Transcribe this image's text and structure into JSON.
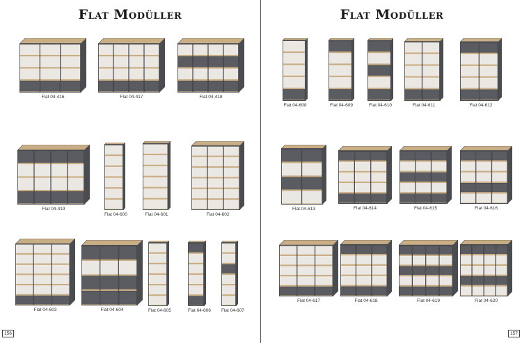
{
  "left": {
    "title": "Flat Modüller",
    "page_number": "156",
    "items": [
      {
        "code": "Flat 04-416",
        "cols": 3,
        "rows": 4,
        "closed": [
          0,
          0,
          0,
          1
        ]
      },
      {
        "code": "Flat 04-417",
        "cols": 4,
        "rows": 4,
        "closed": [
          0,
          0,
          0,
          1
        ]
      },
      {
        "code": "Flat 04-418",
        "cols": 4,
        "rows": 4,
        "closed": [
          0,
          1,
          0,
          1
        ]
      },
      {
        "code": "Flat 04-419",
        "cols": 4,
        "rows": 4,
        "closed": [
          1,
          0,
          0,
          1
        ]
      },
      {
        "code": "Flat 04-600",
        "cols": 1,
        "rows": 6,
        "closed": [
          0,
          0,
          0,
          0,
          0,
          0
        ]
      },
      {
        "code": "Flat 04-601",
        "cols": 1,
        "rows": 6,
        "closed": [
          0,
          0,
          0,
          0,
          0,
          0
        ]
      },
      {
        "code": "Flat 04-602",
        "cols": 3,
        "rows": 6,
        "closed": [
          0,
          0,
          0,
          0,
          0,
          0
        ]
      },
      {
        "code": "Flat 04-603",
        "cols": 3,
        "rows": 6,
        "closed": [
          0,
          0,
          0,
          0,
          0,
          1
        ]
      },
      {
        "code": "Flat 04-604",
        "cols": 3,
        "rows": 4,
        "closed": [
          1,
          0,
          1,
          1
        ]
      },
      {
        "code": "Flat 04-605",
        "cols": 1,
        "rows": 6,
        "closed": [
          0,
          0,
          0,
          0,
          0,
          0
        ]
      },
      {
        "code": "Flat 04-606",
        "cols": 1,
        "rows": 6,
        "closed": [
          1,
          0,
          0,
          0,
          0,
          1
        ]
      },
      {
        "code": "Flat 04-607",
        "cols": 1,
        "rows": 6,
        "closed": [
          0,
          0,
          1,
          0,
          0,
          0
        ]
      }
    ]
  },
  "right": {
    "title": "Flat Modüller",
    "page_number": "157",
    "items": [
      {
        "code": "Flat 04-608",
        "cols": 1,
        "rows": 5,
        "closed": [
          0,
          0,
          0,
          0,
          1
        ]
      },
      {
        "code": "Flat 04-609",
        "cols": 1,
        "rows": 5,
        "closed": [
          1,
          0,
          0,
          0,
          1
        ]
      },
      {
        "code": "Flat 04-610",
        "cols": 1,
        "rows": 5,
        "closed": [
          1,
          0,
          1,
          0,
          1
        ]
      },
      {
        "code": "Flat 04-611",
        "cols": 2,
        "rows": 5,
        "closed": [
          0,
          0,
          0,
          0,
          1
        ]
      },
      {
        "code": "Flat 04-612",
        "cols": 2,
        "rows": 5,
        "closed": [
          1,
          0,
          0,
          0,
          1
        ]
      },
      {
        "code": "Flat 04-613",
        "cols": 2,
        "rows": 4,
        "closed": [
          1,
          0,
          1,
          0
        ]
      },
      {
        "code": "Flat 04-614",
        "cols": 3,
        "rows": 5,
        "closed": [
          1,
          0,
          0,
          0,
          1
        ]
      },
      {
        "code": "Flat 04-615",
        "cols": 3,
        "rows": 5,
        "closed": [
          1,
          0,
          1,
          0,
          1
        ]
      },
      {
        "code": "Flat 04-616",
        "cols": 3,
        "rows": 5,
        "closed": [
          1,
          0,
          0,
          1,
          0
        ]
      },
      {
        "code": "Flat 04-617",
        "cols": 3,
        "rows": 5,
        "closed": [
          0,
          0,
          0,
          0,
          1
        ]
      },
      {
        "code": "Flat 04-618",
        "cols": 3,
        "rows": 5,
        "closed": [
          1,
          0,
          0,
          0,
          1
        ]
      },
      {
        "code": "Flat 04-619",
        "cols": 4,
        "rows": 5,
        "closed": [
          1,
          0,
          1,
          0,
          1
        ]
      },
      {
        "code": "Flat 04-620",
        "cols": 4,
        "rows": 5,
        "closed": [
          1,
          0,
          0,
          1,
          0
        ]
      }
    ]
  },
  "colors": {
    "frame": "#4a4c50",
    "door": "#5a5c61",
    "shelf": "#c8ad85",
    "back": "#f3f1ee"
  }
}
